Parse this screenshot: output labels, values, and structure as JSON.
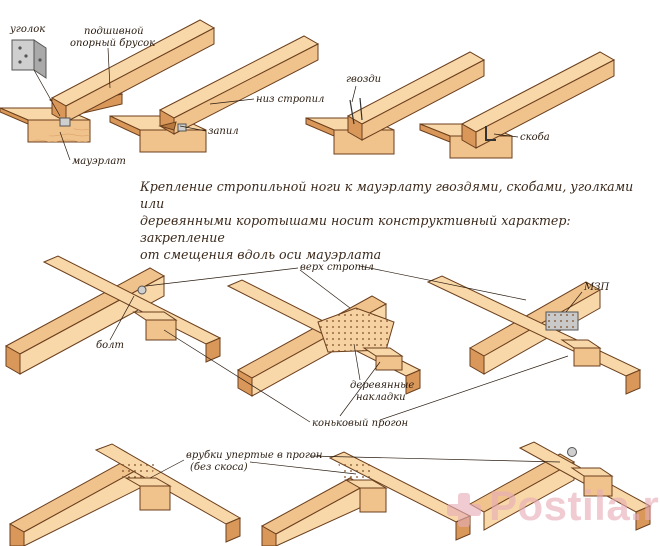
{
  "labels": {
    "ugolok": "уголок",
    "brusok_1": "подшивной",
    "brusok_2": "опорный брусок",
    "niz_stropil": "низ стропил",
    "zapil": "запил",
    "mauerlat": "мауэрлат",
    "gvozdi": "гвозди",
    "skoba": "скоба",
    "verh_stropil": "верх стропил",
    "mzp": "МЗП",
    "bolt": "болт",
    "nakladki_1": "деревянные",
    "nakladki_2": "накладки",
    "konkovyi": "коньковый прогон",
    "vrubki_1": "врубки упертые в прогон",
    "vrubki_2": "(без скоса)"
  },
  "caption": {
    "line1": "Крепление стропильной ноги к мауэрлату гвоздями, скобами, уголками или",
    "line2": "деревянными коротышами носит конструктивный характер: закрепление",
    "line3": "от смещения вдоль оси мауэрлата"
  },
  "watermark": {
    "text": "Postila.ru",
    "icon": "plus-icon",
    "color": "#e7aeb8"
  },
  "colors": {
    "wood_face": "#f0c28c",
    "wood_top": "#f8d7a8",
    "wood_side": "#d9985a",
    "outline": "#6b3f1d",
    "metal": "#c9c9c9"
  }
}
